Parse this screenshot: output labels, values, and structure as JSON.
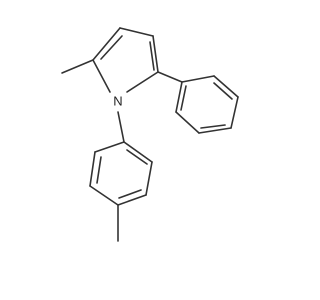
{
  "molecule": {
    "atoms": [
      {
        "id": "N1",
        "element": "N",
        "label": "N"
      }
    ],
    "colors": {
      "bond": "#333333",
      "label": "#222222",
      "background": "#ffffff"
    }
  }
}
